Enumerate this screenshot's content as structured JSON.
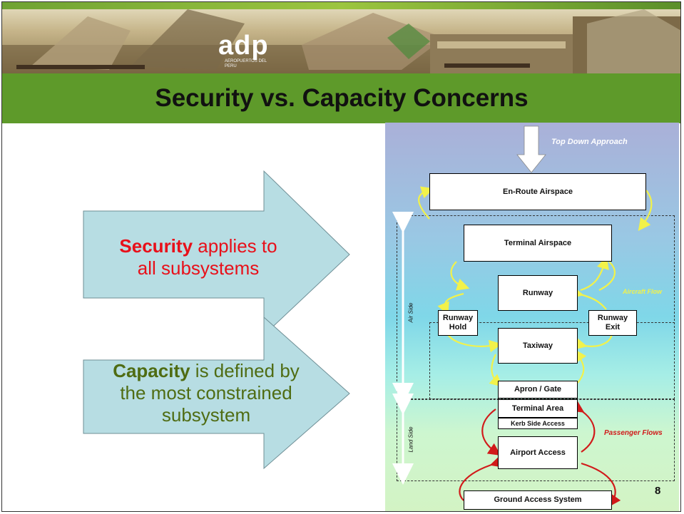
{
  "slide": {
    "title": "Security vs. Capacity Concerns",
    "page_number": "8"
  },
  "logo": {
    "text": "adp",
    "subtext": "AEROPUERTOS DEL PERU"
  },
  "arrows": {
    "security": {
      "bold": "Security",
      "rest_line1": " applies to",
      "line2": "all subsystems"
    },
    "capacity": {
      "bold": "Capacity",
      "rest_line1": " is defined by",
      "line2": "the most constrained",
      "line3": "subsystem"
    }
  },
  "diagram": {
    "top_down": "Top Down Approach",
    "boxes": {
      "en_route": "En-Route Airspace",
      "terminal_airspace": "Terminal Airspace",
      "runway": "Runway",
      "runway_hold_1": "Runway",
      "runway_hold_2": "Hold",
      "runway_exit_1": "Runway",
      "runway_exit_2": "Exit",
      "taxiway": "Taxiway",
      "apron_gate": "Apron / Gate",
      "terminal_area": "Terminal Area",
      "kerb_side": "Kerb Side Access",
      "airport_access": "Airport Access",
      "ground_access": "Ground Access System"
    },
    "aircraft_flow": "Aircraft Flow",
    "passenger_flows": "Passenger Flows",
    "air_side": "Air Side",
    "land_side": "Land Side"
  },
  "colors": {
    "title_bar": "#5e9a2a",
    "arrow_fill": "#b7dde3",
    "security_red": "#e8101a",
    "capacity_olive": "#4f6c13",
    "aircraft_flow": "#f2f24a",
    "passenger_flow": "#d11a1a"
  }
}
